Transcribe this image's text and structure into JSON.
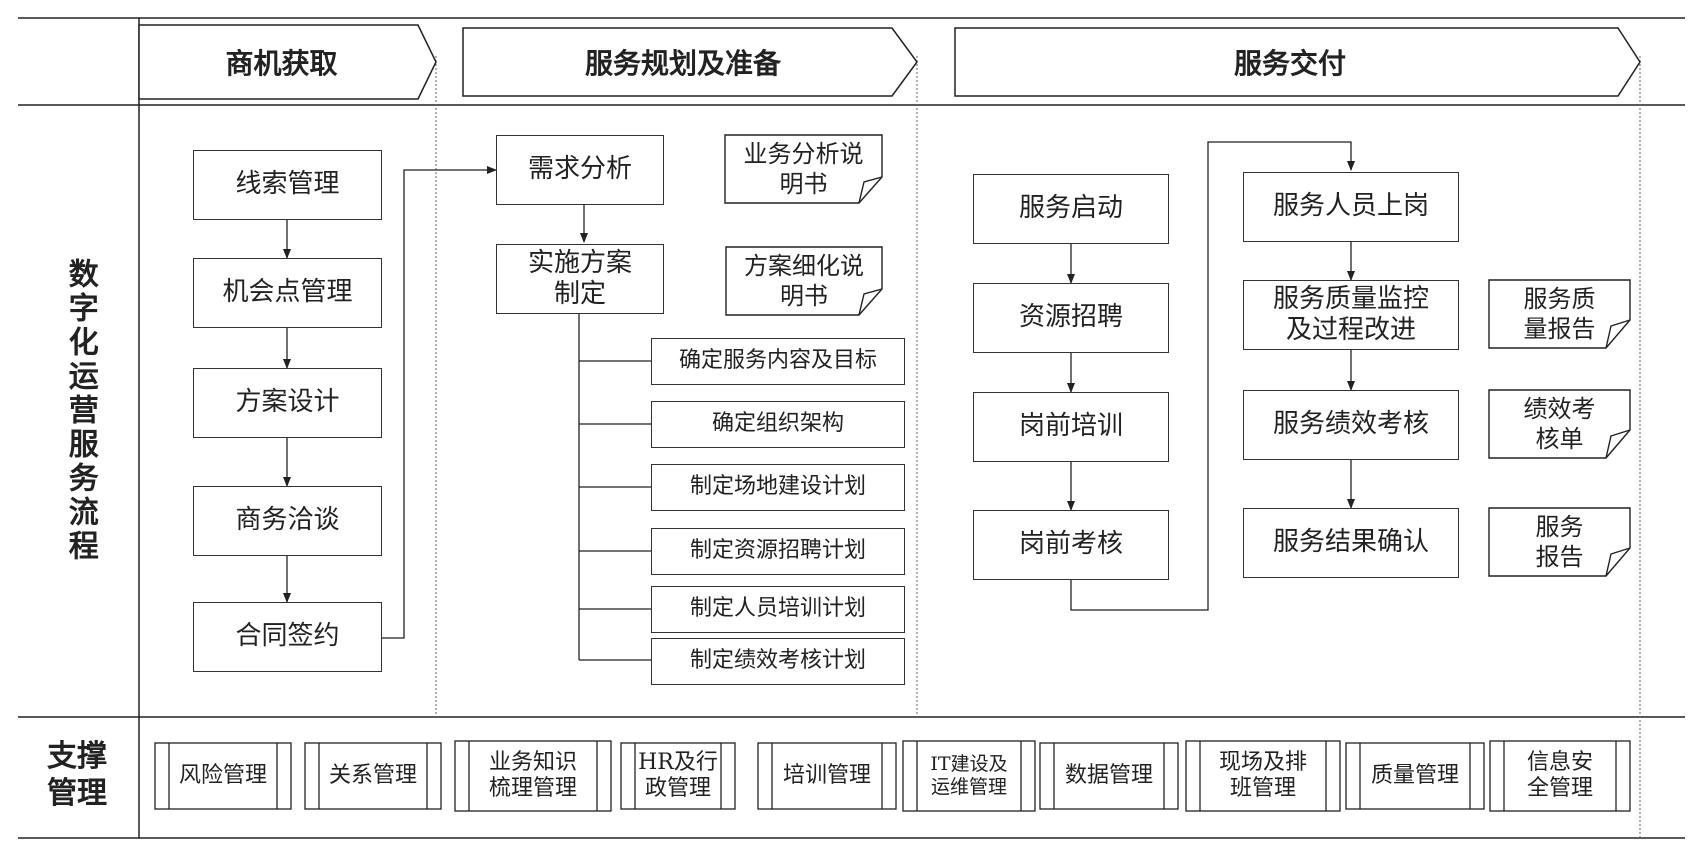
{
  "rows": {
    "process_label": "数字化运营服务流程",
    "support_label": "支撑\n管理"
  },
  "phases": [
    "商机获取",
    "服务规划及准备",
    "服务交付"
  ],
  "acquisition": [
    "线索管理",
    "机会点管理",
    "方案设计",
    "商务洽谈",
    "合同签约"
  ],
  "planning": {
    "analysis": "需求分析",
    "plan": "实施方案\n制定",
    "tasks": [
      "确定服务内容及目标",
      "确定组织架构",
      "制定场地建设计划",
      "制定资源招聘计划",
      "制定人员培训计划",
      "制定绩效考核计划"
    ],
    "docs": [
      "业务分析说\n明书",
      "方案细化说\n明书"
    ]
  },
  "delivery": {
    "left": [
      "服务启动",
      "资源招聘",
      "岗前培训",
      "岗前考核"
    ],
    "right": [
      "服务人员上岗",
      "服务质量监控\n及过程改进",
      "服务绩效考核",
      "服务结果确认"
    ],
    "docs": [
      "服务质\n量报告",
      "绩效考\n核单",
      "服务\n报告"
    ]
  },
  "support": [
    "风险管理",
    "关系管理",
    "业务知识\n梳理管理",
    "HR及行\n政管理",
    "培训管理",
    "IT建设及\n运维管理",
    "数据管理",
    "现场及排\n班管理",
    "质量管理",
    "信息安\n全管理"
  ]
}
